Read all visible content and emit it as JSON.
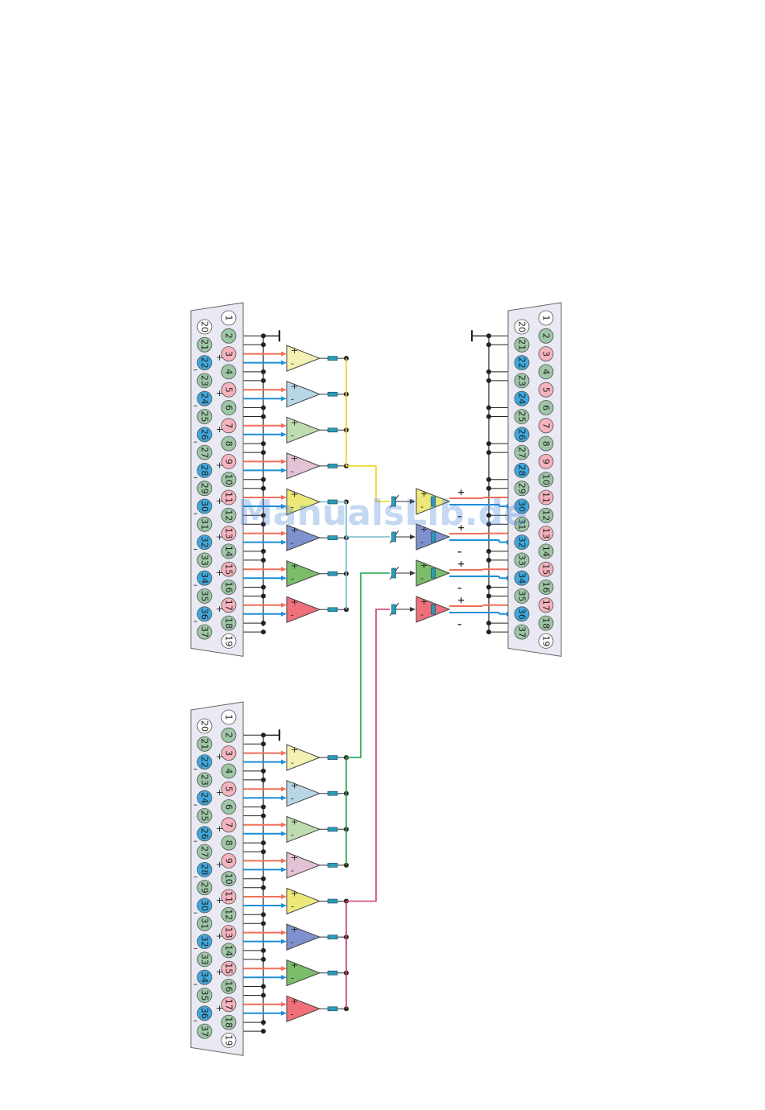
{
  "watermark": "ManualsLib.de",
  "colors": {
    "pin_white": "#ffffff",
    "pin_green": "#9ec6a6",
    "pin_pink": "#f4b3bd",
    "pin_blue": "#3fa8dc",
    "line_red": "#f0705a",
    "line_blue": "#1d8fd8",
    "bus_yellow": "#f1d21b",
    "bus_cyan": "#79bcc9",
    "bus_green": "#1fa34a",
    "bus_magenta": "#cf3b72",
    "connector_fill": "#e9e9f3",
    "resistor": "#2b9bb6"
  },
  "amp_colors": [
    "#f3f0b3",
    "#b9d6e6",
    "#bfdcb0",
    "#e3c2d6",
    "#ece879",
    "#7f92cd",
    "#7bbd6b",
    "#ef6f7a"
  ],
  "pin_numbers": [
    "1",
    "2",
    "3",
    "4",
    "5",
    "6",
    "7",
    "8",
    "9",
    "10",
    "11",
    "12",
    "13",
    "14",
    "15",
    "16",
    "17",
    "18",
    "19",
    "20",
    "21",
    "22",
    "23",
    "24",
    "25",
    "26",
    "27",
    "28",
    "29",
    "30",
    "31",
    "32",
    "33",
    "34",
    "35",
    "36",
    "37"
  ],
  "sum_amp_colors": [
    "#ece879",
    "#7f92cd",
    "#7bbd6b",
    "#ef6f7a"
  ],
  "plus_sign": "+",
  "minus_sign": "–",
  "amp_plus": "+",
  "amp_minus": "-"
}
